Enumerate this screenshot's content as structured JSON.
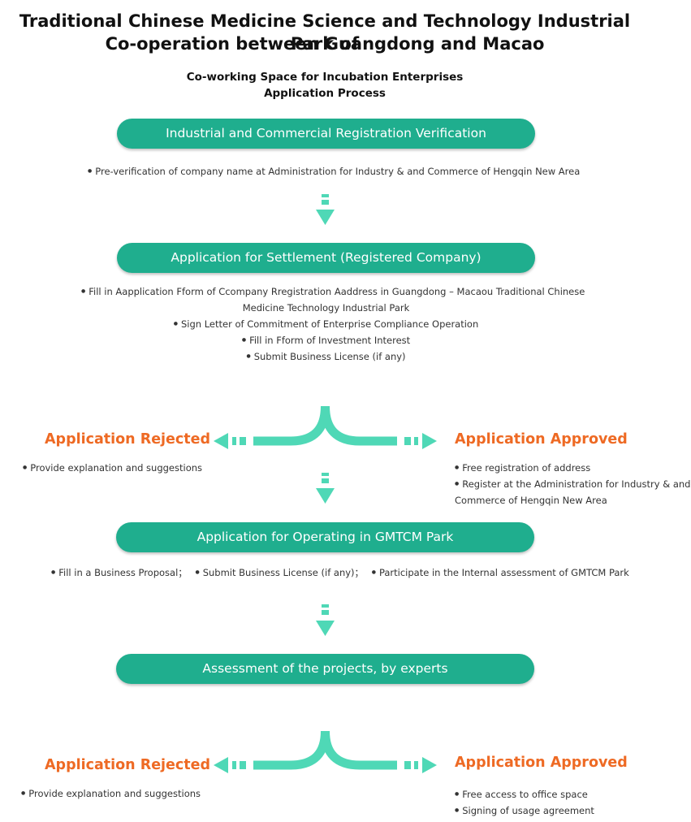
{
  "header": {
    "title_line1": "Traditional Chinese Medicine Science and Technology Industrial Park of",
    "title_line2": "Co-operation between Guangdong and Macao",
    "subtitle_line1": "Co-working Space for Incubation Enterprises",
    "subtitle_line2": "Application Process"
  },
  "steps": {
    "step1": {
      "label": "Industrial and Commercial Registration Verification",
      "notes": [
        "Pre-verification of company name at Administration for Industry & and Commerce of Hengqin New Area"
      ]
    },
    "step2": {
      "label": "Application for Settlement (Registered Company)",
      "notes": [
        "Fill in Aapplication Fform of Ccompany Rregistration Aaddress in Guangdong – Macaou Traditional Chinese",
        "Medicine Technology Industrial Park",
        "Sign Letter of Commitment of Enterprise Compliance Operation",
        "Fill in Fform of Investment Interest",
        "Submit Business License (if any)"
      ]
    },
    "step3": {
      "label": "Application for Operating  in GMTCM Park",
      "notes": [
        "Fill in a Business Proposal；",
        "Submit Business License (if any)；",
        "Participate in the Internal assessment of GMTCM Park"
      ]
    },
    "step4": {
      "label": "Assessment of the projects, by experts"
    }
  },
  "branch1": {
    "rejected_label": "Application Rejected",
    "rejected_notes": [
      "Provide explanation and suggestions"
    ],
    "approved_label": "Application Approved",
    "approved_notes": [
      "Free  registration of address",
      "Register at the Administration for Industry & and",
      "Commerce of Hengqin New Area"
    ]
  },
  "branch2": {
    "rejected_label": "Application Rejected",
    "rejected_notes": [
      "Provide explanation and  suggestions"
    ],
    "approved_label": "Application Approved",
    "approved_notes": [
      "Free access to office space",
      "Signing of usage agreement"
    ]
  },
  "colors": {
    "pill": "#1fae8e",
    "arrow": "#4fd8b6",
    "accent": "#ee6a24"
  }
}
